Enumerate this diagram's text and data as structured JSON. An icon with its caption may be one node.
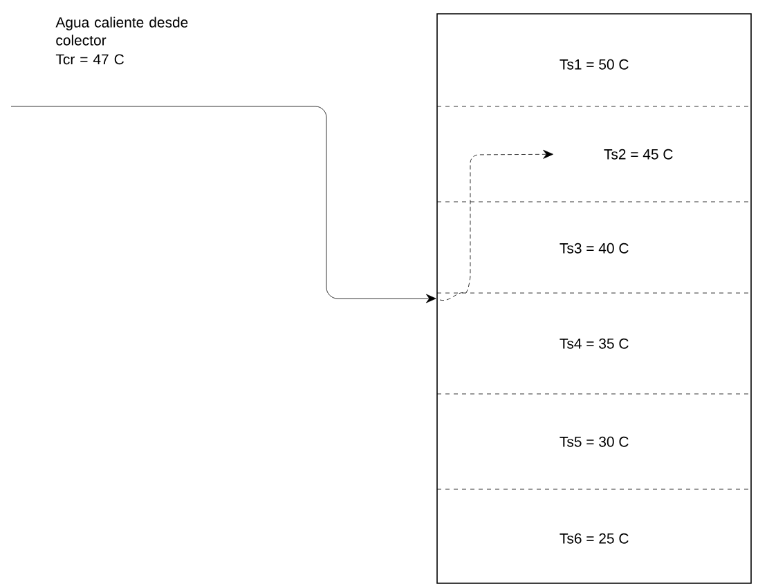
{
  "diagram": {
    "nodes": [
      {
        "text": [],
        "shape": "box"
      },
      {
        "text": [
          "Ts1 = 50 C"
        ],
        "in": 0
      },
      {
        "text": [
          "Ts2 = 45 C"
        ],
        "in": 0
      },
      {
        "text": [
          "Ts3 = 40 C"
        ],
        "in": 0
      },
      {
        "text": [
          "Ts4 = 35 C"
        ],
        "in": 0
      },
      {
        "text": [
          "Ts5 = 30 C"
        ],
        "in": 0
      },
      {
        "text": [
          "Ts6 = 25 C"
        ],
        "in": 0
      }
    ],
    "edges": [
      {
        "from": null,
        "to": 0,
        "arrow": "to"
      },
      {
        "from": null,
        "to": 2,
        "arrow": "to",
        "style": "dashed"
      }
    ],
    "labels": [
      "Agua caliente desde colector",
      "Tcr = 47 C"
    ]
  }
}
